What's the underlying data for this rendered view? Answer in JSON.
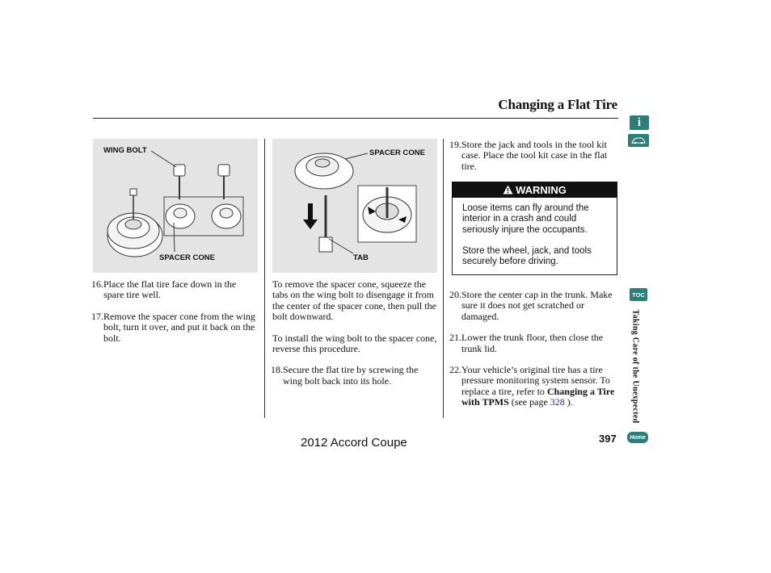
{
  "page_title": "Changing a Flat Tire",
  "figure1": {
    "label_top": "WING BOLT",
    "label_bottom": "SPACER CONE"
  },
  "figure2": {
    "label_top": "SPACER CONE",
    "label_bottom": "TAB"
  },
  "col1": {
    "item16_num": "16.",
    "item16_text": "Place the flat tire face down in the spare tire well.",
    "item17_num": "17.",
    "item17_text": "Remove the spacer cone from the wing bolt, turn it over, and put it back on the bolt."
  },
  "col2": {
    "para1": "To remove the spacer cone, squeeze the tabs on the wing bolt to disengage it from the center of the spacer cone, then pull the bolt downward.",
    "para2": "To install the wing bolt to the spacer cone, reverse this procedure.",
    "item18_num": "18.",
    "item18_text": "Secure the flat tire by screwing the wing bolt back into its hole."
  },
  "col3": {
    "item19_num": "19.",
    "item19_text": "Store the jack and tools in the tool kit case. Place the tool kit case in the flat tire.",
    "warning_label": "WARNING",
    "warning_text1": "Loose items can fly around the interior in a crash and could seriously injure the occupants.",
    "warning_text2": "Store the wheel, jack, and tools securely before driving.",
    "item20_num": "20.",
    "item20_text": "Store the center cap in the trunk. Make sure it does not get scratched or damaged.",
    "item21_num": "21.",
    "item21_text": "Lower the trunk floor, then close the trunk lid.",
    "item22_num": "22.",
    "item22_text": "Your vehicle’s original tire has a tire pressure monitoring system sensor. To replace a tire, refer to",
    "item22_bold": "Changing a Tire with TPMS",
    "item22_see": " (see page ",
    "item22_page": "328",
    "item22_end": " )."
  },
  "footer": {
    "model": "2012 Accord Coupe",
    "page_number": "397"
  },
  "sidebar": {
    "info_icon": "i",
    "toc_label": "TOC",
    "section_label": "Taking Care of the Unexpected",
    "home_label": "Home"
  },
  "colors": {
    "nav_button": "#2f7d78",
    "figure_bg": "#e4e4e4",
    "link": "#1a1aa6"
  }
}
